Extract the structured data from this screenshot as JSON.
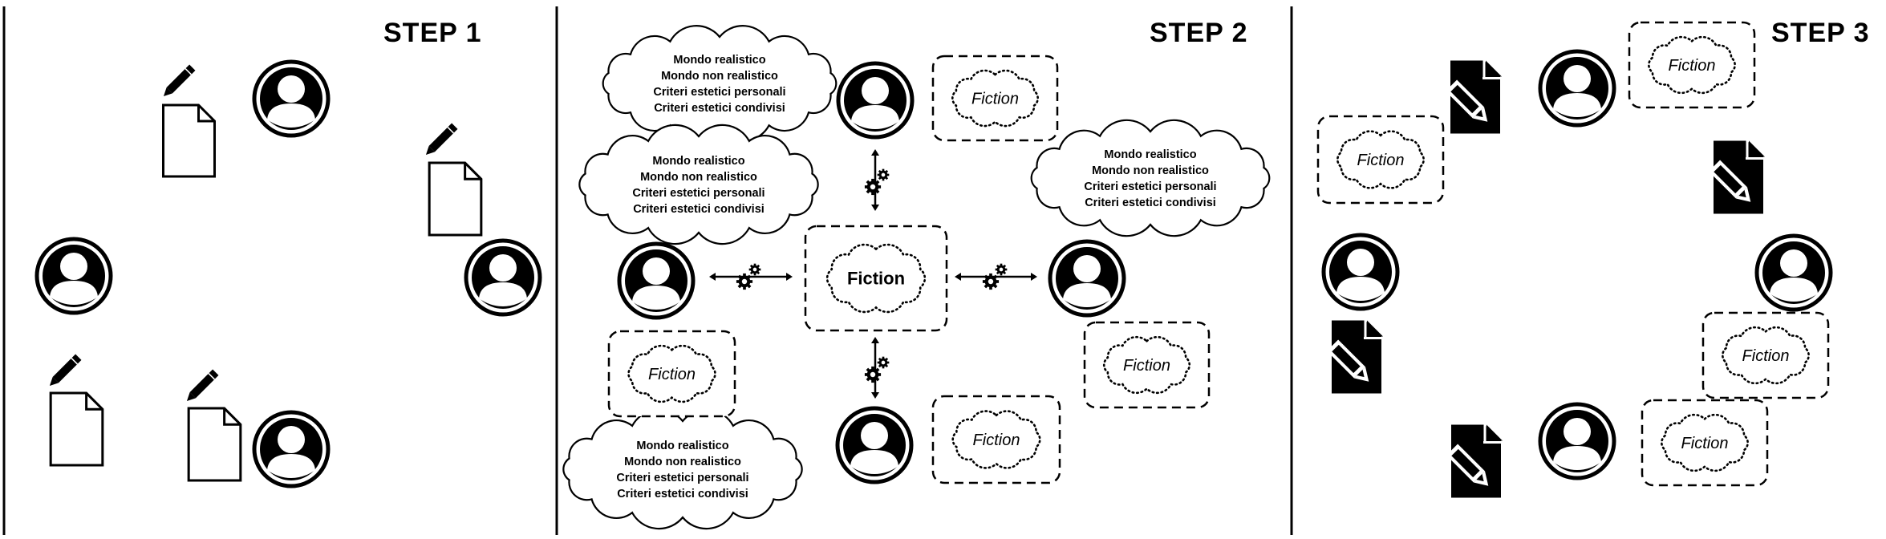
{
  "steps": [
    {
      "title": "STEP 1"
    },
    {
      "title": "STEP 2"
    },
    {
      "title": "STEP 3"
    }
  ],
  "criteria_lines": [
    "Mondo realistico",
    "Mondo non realistico",
    "Criteri estetici personali",
    "Criteri estetici condivisi"
  ],
  "fiction_label": "Fiction",
  "central_fiction_label": "Fiction",
  "icons": {
    "person": "person-icon",
    "pencil": "pencil-icon",
    "document": "document-icon",
    "gears": "gears-icon",
    "arrow": "double-arrow-icon",
    "filled_document_edit": "document-edit-icon"
  },
  "colors": {
    "ink": "#000000",
    "background": "#ffffff"
  }
}
